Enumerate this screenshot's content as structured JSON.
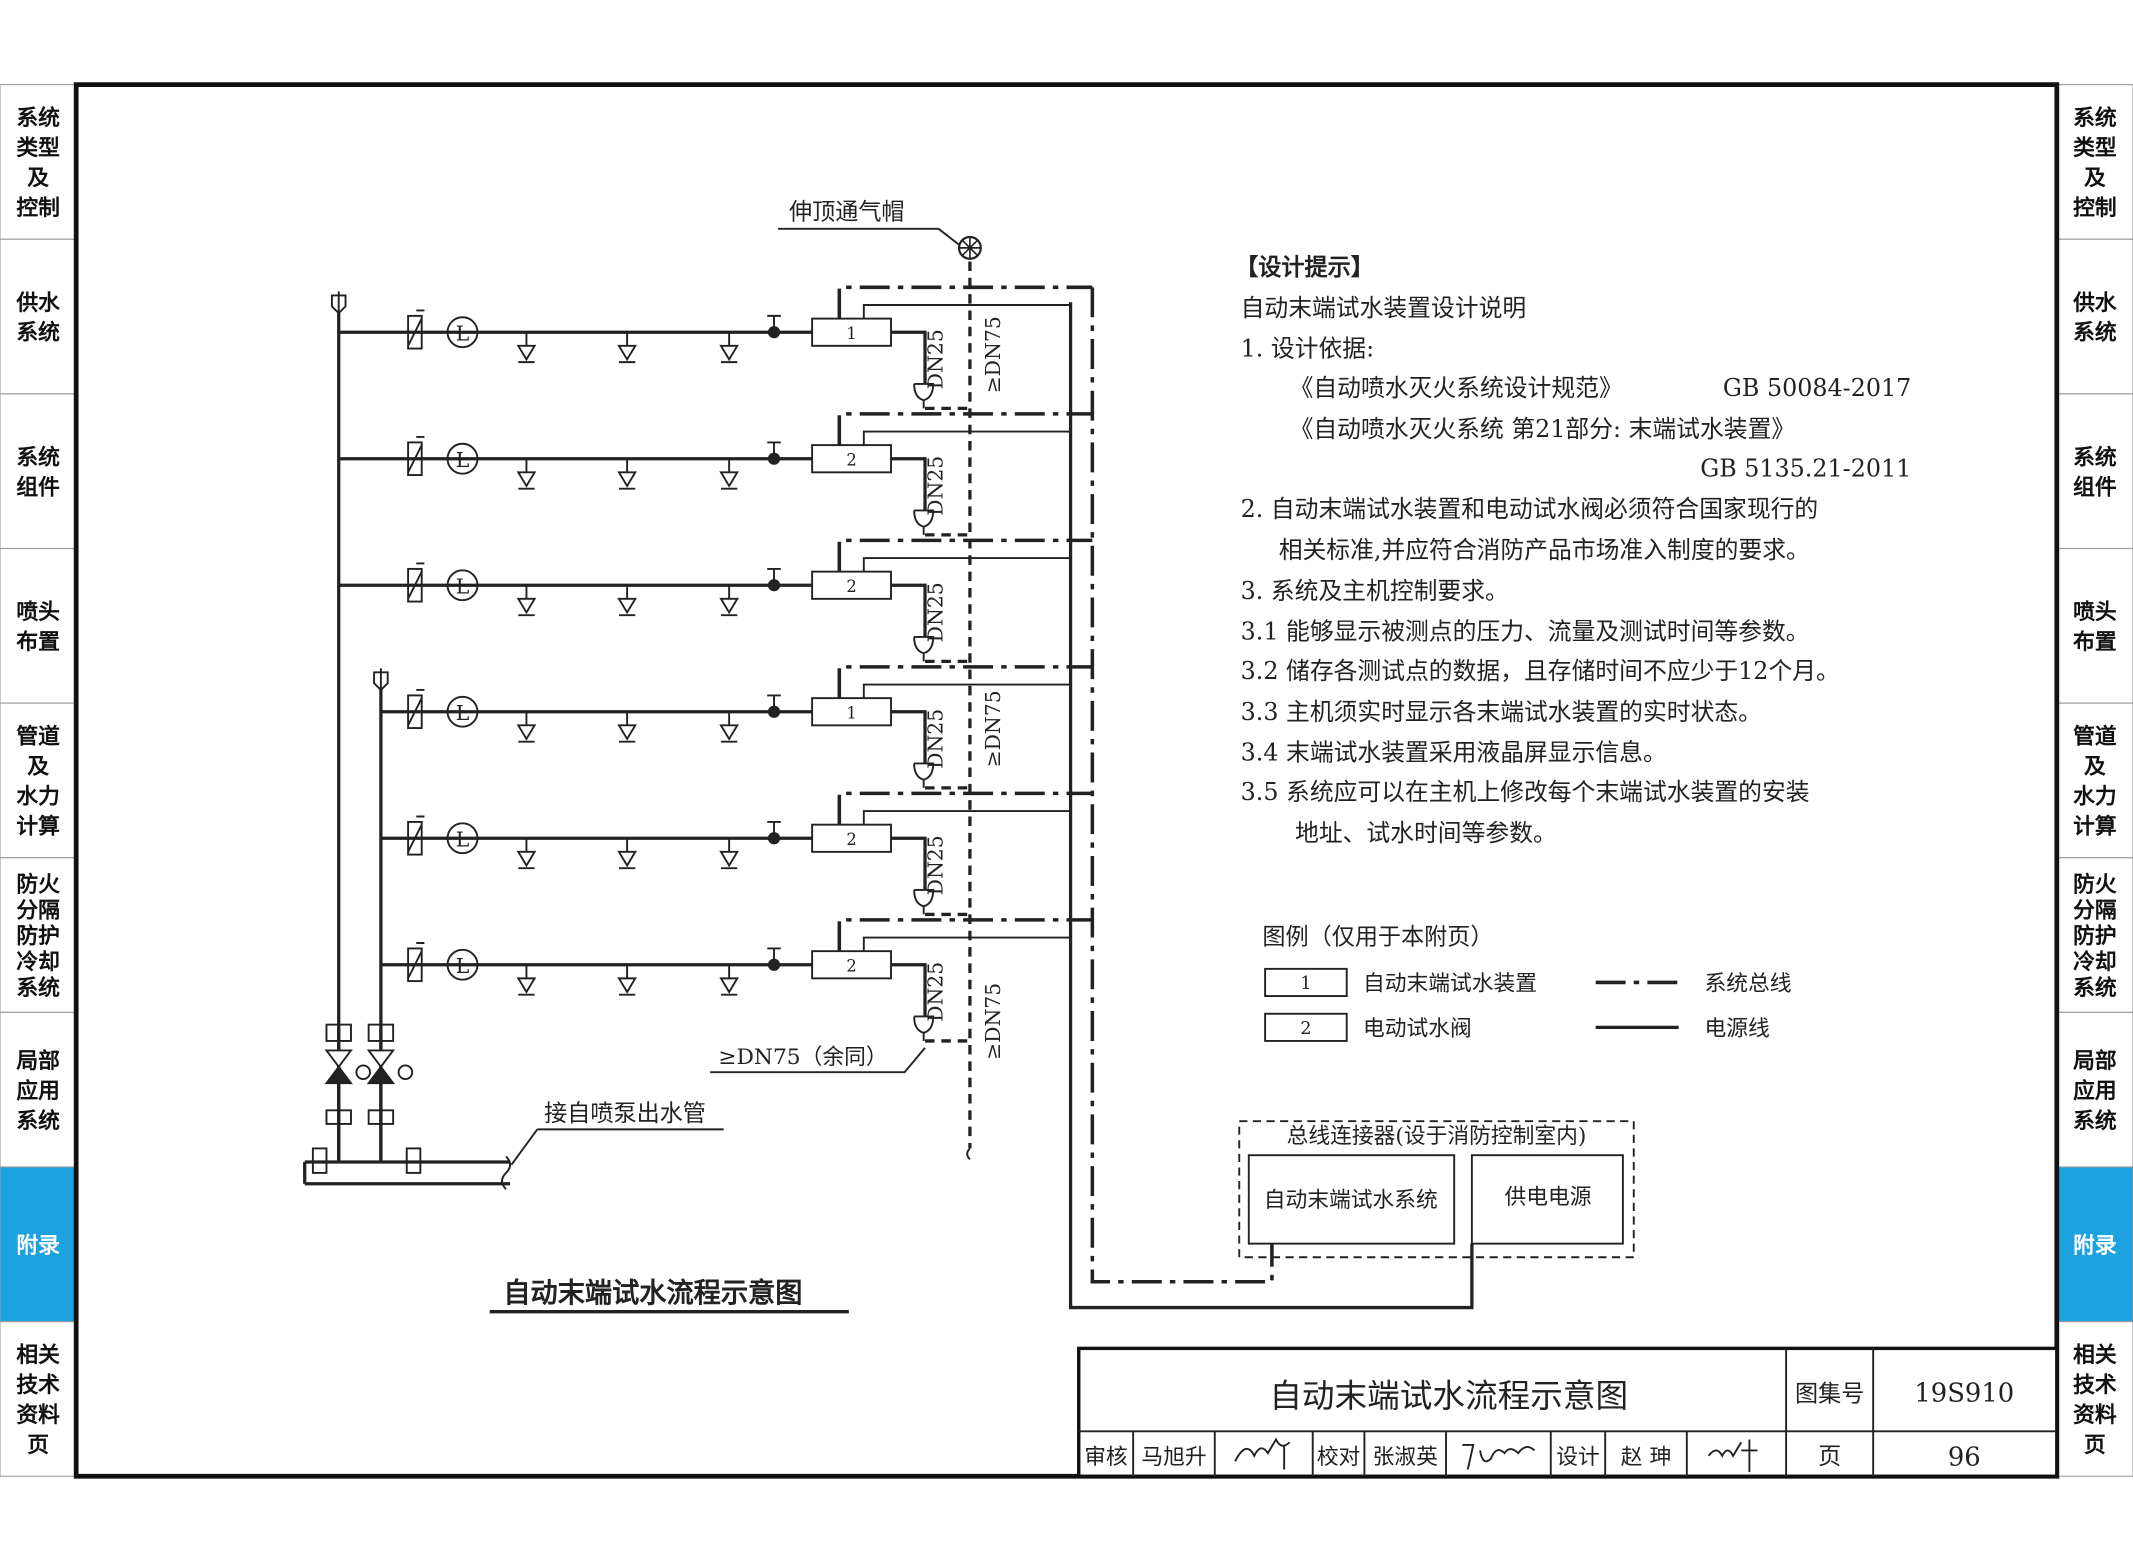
{
  "side_tabs": [
    {
      "label": [
        "系统",
        "类型",
        "及",
        "控制"
      ],
      "active": false
    },
    {
      "label": [
        "供水",
        "系统"
      ],
      "active": false
    },
    {
      "label": [
        "系统",
        "组件"
      ],
      "active": false
    },
    {
      "label": [
        "喷头",
        "布置"
      ],
      "active": false
    },
    {
      "label": [
        "管道",
        "及",
        "水力",
        "计算"
      ],
      "active": false
    },
    {
      "label": [
        "防火",
        "分隔",
        "防护",
        "冷却",
        "系统"
      ],
      "active": false
    },
    {
      "label": [
        "局部",
        "应用",
        "系统"
      ],
      "active": false
    },
    {
      "label": [
        "附录"
      ],
      "active": true
    },
    {
      "label": [
        "相关",
        "技术",
        "资料",
        "页"
      ],
      "active": false
    }
  ],
  "colors": {
    "active_tab": "#1ea1df",
    "line": "#222222"
  },
  "diagram": {
    "vent_cap_label": "伸顶通气帽",
    "rows": [
      {
        "device": "1",
        "drain": "DN25"
      },
      {
        "device": "2",
        "drain": "DN25"
      },
      {
        "device": "2",
        "drain": "DN25"
      },
      {
        "device": "1",
        "drain": "DN25"
      },
      {
        "device": "2",
        "drain": "DN25"
      },
      {
        "device": "2",
        "drain": "DN25"
      }
    ],
    "riser_labels": [
      "≥DN75",
      "≥DN75",
      "≥DN75"
    ],
    "riser_note": "≥DN75（余同）",
    "pump_label": "接自喷泵出水管",
    "title": "自动末端试水流程示意图"
  },
  "notes": {
    "heading": "【设计提示】",
    "subtitle": "自动末端试水装置设计说明",
    "lines": [
      "1.  设计依据:",
      "《自动喷水灭火系统设计规范》",
      "GB 50084-2017",
      "《自动喷水灭火系统 第21部分: 末端试水装置》",
      "GB 5135.21-2011",
      "2.  自动末端试水装置和电动试水阀必须符合国家现行的",
      "相关标准,并应符合消防产品市场准入制度的要求。",
      "3.  系统及主机控制要求。",
      "3.1  能够显示被测点的压力、流量及测试时间等参数。",
      "3.2  储存各测试点的数据，且存储时间不应少于12个月。",
      "3.3  主机须实时显示各末端试水装置的实时状态。",
      "3.4  末端试水装置采用液晶屏显示信息。",
      "3.5  系统应可以在主机上修改每个末端试水装置的安装",
      "地址、试水时间等参数。"
    ]
  },
  "legend": {
    "title": "图例（仅用于本附页）",
    "items": [
      {
        "symbol": "1",
        "label": "自动末端试水装置"
      },
      {
        "symbol": "2",
        "label": "电动试水阀"
      }
    ],
    "lines": [
      {
        "label": "系统总线"
      },
      {
        "label": "电源线"
      }
    ]
  },
  "controller": {
    "title": "总线连接器(设于消防控制室内)",
    "box1": "自动末端试水系统",
    "box2": "供电电源"
  },
  "title_block": {
    "title": "自动末端试水流程示意图",
    "atlas_label": "图集号",
    "atlas_no": "19S910",
    "page_label": "页",
    "page_no": "96",
    "review_label": "审核",
    "reviewer": "马旭升",
    "check_label": "校对",
    "checker": "张淑英",
    "design_label": "设计",
    "designer": "赵 珅",
    "signatures": [
      "马旭升",
      "张淑英",
      "赵珅"
    ]
  }
}
